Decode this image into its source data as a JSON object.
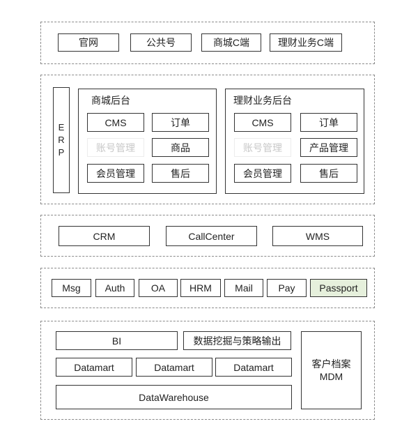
{
  "layer1": {
    "items": [
      "官网",
      "公共号",
      "商城C端",
      "理财业务C端"
    ]
  },
  "layer2": {
    "erp": [
      "E",
      "R",
      "P"
    ],
    "mall": {
      "title": "商城后台",
      "cells": [
        "CMS",
        "订单",
        "账号管理",
        "商品",
        "会员管理",
        "售后"
      ]
    },
    "finance": {
      "title": "理财业务后台",
      "cells": [
        "CMS",
        "订单",
        "账号管理",
        "产品管理",
        "会员管理",
        "售后"
      ]
    }
  },
  "layer3": {
    "items": [
      "CRM",
      "CallCenter",
      "WMS"
    ]
  },
  "layer4": {
    "items": [
      "Msg",
      "Auth",
      "OA",
      "HRM",
      "Mail",
      "Pay",
      "Passport"
    ],
    "highlight_color": "#e6f0dc"
  },
  "layer5": {
    "bi": "BI",
    "mining": "数据挖掘与策略输出",
    "datamarts": [
      "Datamart",
      "Datamart",
      "Datamart"
    ],
    "warehouse": "DataWarehouse",
    "mdm": [
      "客户档案",
      "MDM"
    ]
  }
}
